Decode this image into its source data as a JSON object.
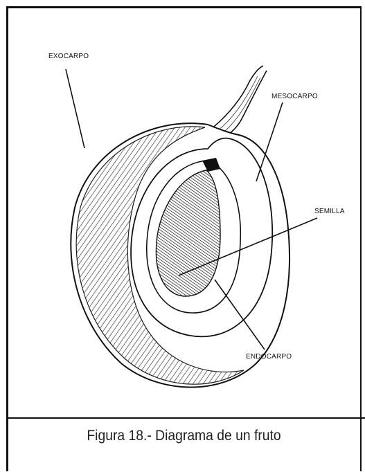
{
  "diagram": {
    "labels": {
      "exocarpo": "EXOCARPO",
      "mesocarpo": "MESOCARPO",
      "semilla": "SEMILLA",
      "endocarpo": "ENDOCARPO"
    }
  },
  "caption": "Figura 18.- Diagrama de un fruto",
  "colors": {
    "ink": "#111111",
    "background": "#ffffff"
  }
}
